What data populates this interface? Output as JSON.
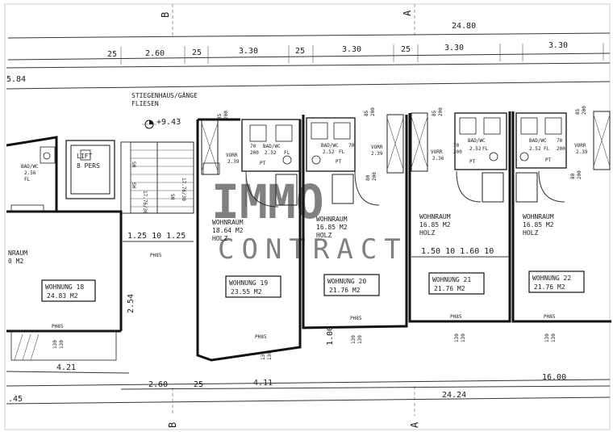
{
  "axes": {
    "axis_b": "B",
    "axis_a": "A"
  },
  "top_dims": {
    "overall": "24.80",
    "row": [
      "25",
      "2.60",
      "25",
      "3.30",
      "25",
      "3.30",
      "25",
      "3.30"
    ],
    "left_cut": "5.84"
  },
  "bottom_dims": {
    "row1": [
      "2.60",
      "25",
      "4.11",
      "16.00"
    ],
    "overall": "24.24",
    "left": "4.21",
    "left_cut": ".45"
  },
  "misc_dims": {
    "stair_width": "1.25  10  1.25",
    "vertical": "2.54",
    "vertical2": "1.00",
    "apt21_width": "1.50  10  1.60  10"
  },
  "elevation": "+9.43",
  "stairwell": {
    "line1": "STIEGENHAUS/GÄNGE",
    "line2": "FLIESEN"
  },
  "lift": {
    "line1": "LIFT",
    "line2": "8 PERS"
  },
  "ph85": "PH85",
  "ph_small": [
    "130",
    "130"
  ],
  "bath_labels": {
    "bad_wc": "BAD/WC",
    "apt18": [
      "BAD/WC",
      "2.56",
      "FL"
    ],
    "apt19": [
      "70",
      "200",
      "BAD/WC",
      "2.52",
      "FL"
    ],
    "apt20": [
      "BAD/WC",
      "70",
      "2.52",
      "FL"
    ],
    "apt21": [
      "70",
      "200",
      "BAD/WC",
      "2.52",
      "FL"
    ],
    "apt22": [
      "BAD/WC",
      "70",
      "2.52",
      "FL",
      "200"
    ]
  },
  "vorr": {
    "apt19": [
      "VORR",
      "2.39"
    ],
    "apt20": [
      "VORR",
      "2.39"
    ],
    "apt21": [
      "VORR",
      "2.36"
    ],
    "apt22": [
      "VORR",
      "2.39"
    ]
  },
  "door_dims": [
    "85",
    "200",
    "70",
    "200",
    "80",
    "200"
  ],
  "stair_marks": [
    "SH",
    "SH",
    "SH",
    "17.76/30",
    "17.76/30"
  ],
  "pt": "PT",
  "apartments": [
    {
      "name": "WOHNUNG 18",
      "area": "24.83 M2",
      "room": "NRAUM",
      "room_area": "0 M2"
    },
    {
      "name": "WOHNUNG 19",
      "area": "23.55 M2",
      "room": "WOHNRAUM",
      "room_area": "18.64 M2",
      "floor": "HOLZ"
    },
    {
      "name": "WOHNUNG 20",
      "area": "21.76 M2",
      "room": "WOHNRAUM",
      "room_area": "16.85 M2",
      "floor": "HOLZ"
    },
    {
      "name": "WOHNUNG 21",
      "area": "21.76 M2",
      "room": "WOHNRAUM",
      "room_area": "16.85 M2",
      "floor": "HOLZ"
    },
    {
      "name": "WOHNUNG 22",
      "area": "21.76 M2",
      "room": "WOHNRAUM",
      "room_area": "16.85 M2",
      "floor": "HOLZ"
    }
  ],
  "watermark": {
    "line1": "IMMO",
    "line2": "CONTRACT"
  }
}
